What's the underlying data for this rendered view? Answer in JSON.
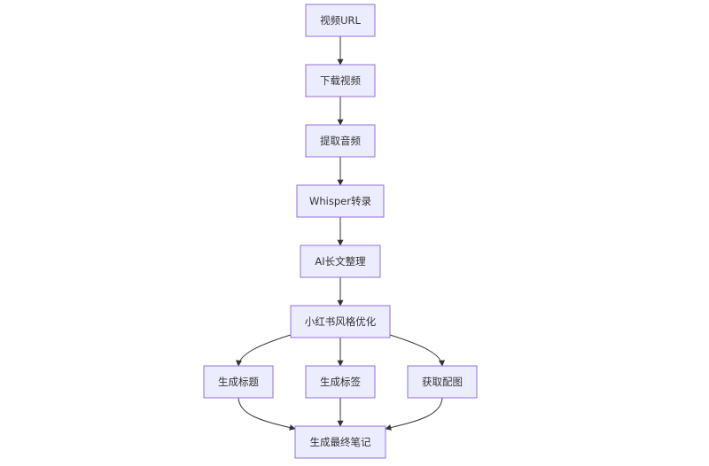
{
  "nodes": {
    "video_url": "视频URL",
    "download_video": "下载视频",
    "extract_audio": "提取音频",
    "whisper_transcribe": "Whisper转录",
    "ai_organize": "AI长文整理",
    "xhs_style_optimize": "小红书风格优化",
    "generate_title": "生成标题",
    "generate_tags": "生成标签",
    "get_images": "获取配图",
    "generate_final_note": "生成最终笔记"
  },
  "colors": {
    "node_fill": "#ececff",
    "node_border": "#9370db",
    "edge": "#333333",
    "text": "#333333"
  }
}
